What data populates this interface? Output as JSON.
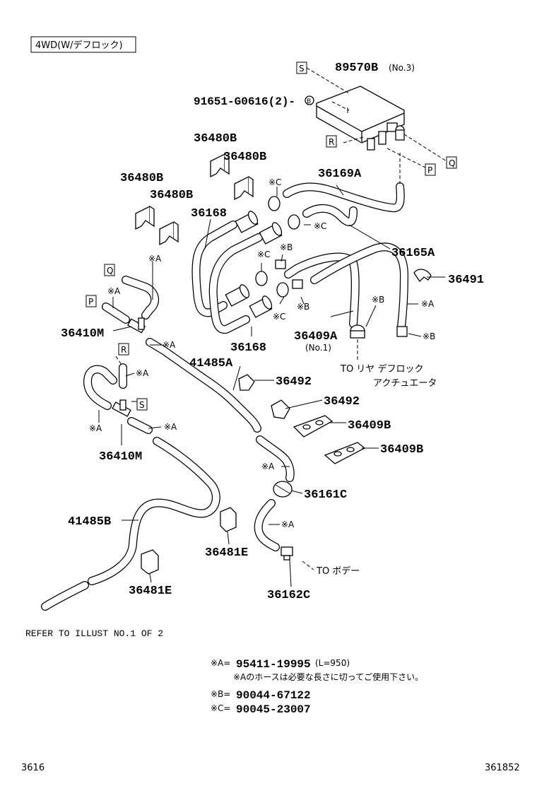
{
  "header_box": "4WD(W/デフロック)",
  "labels": {
    "p89570b": "89570B",
    "p89570b_note": "(No.3)",
    "p91651": "91651-G0616(2)-",
    "p91651_ref": "B",
    "p36480b_1": "36480B",
    "p36480b_2": "36480B",
    "p36480b_3": "36480B",
    "p36480b_4": "36480B",
    "p36169a": "36169A",
    "p36168_1": "36168",
    "p36168_2": "36168",
    "p36165a": "36165A",
    "p36491": "36491",
    "p36409a": "36409A",
    "p36409a_note": "(No.1)",
    "p36410m_1": "36410M",
    "p36410m_2": "36410M",
    "p41485a": "41485A",
    "p36492_1": "36492",
    "p36492_2": "36492",
    "p36409b_1": "36409B",
    "p36409b_2": "36409B",
    "p36161c": "36161C",
    "p41485b": "41485B",
    "p36481e_1": "36481E",
    "p36481e_2": "36481E",
    "p36162c": "36162C"
  },
  "marks": {
    "a": "※A",
    "b": "※B",
    "c": "※C"
  },
  "boxes": {
    "s": "S",
    "r": "R",
    "p": "P",
    "q": "Q"
  },
  "notes": {
    "to_rear": "TO リヤ デフロック",
    "actuator": "アクチュエータ",
    "to_body": "TO ボデー",
    "refer": "REFER TO ILLUST NO.1 OF 2"
  },
  "legend": {
    "a_key": "※A=",
    "a_part": "95411-19995",
    "a_len": "(L=950)",
    "a_note": "※Aのホースは必要な長さに切ってご使用下さい。",
    "b_key": "※B=",
    "b_part": "90044-67122",
    "c_key": "※C=",
    "c_part": "90045-23007"
  },
  "footer": {
    "left": "3616",
    "right": "361852"
  }
}
